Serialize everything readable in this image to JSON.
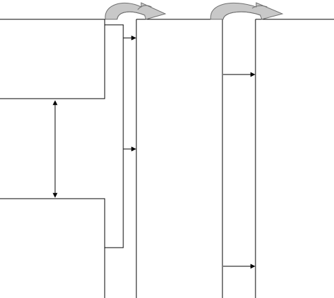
{
  "diagram": {
    "labels": [],
    "colors": {
      "line": "#000000",
      "curved_arrow_fill": "#c8c8c8",
      "curved_arrow_outline": "#6e6e6e",
      "background": "#ffffff"
    },
    "arrow_count": {
      "horizontal": 4,
      "vertical_double_headed": 1,
      "curved_overflow": 2
    }
  }
}
